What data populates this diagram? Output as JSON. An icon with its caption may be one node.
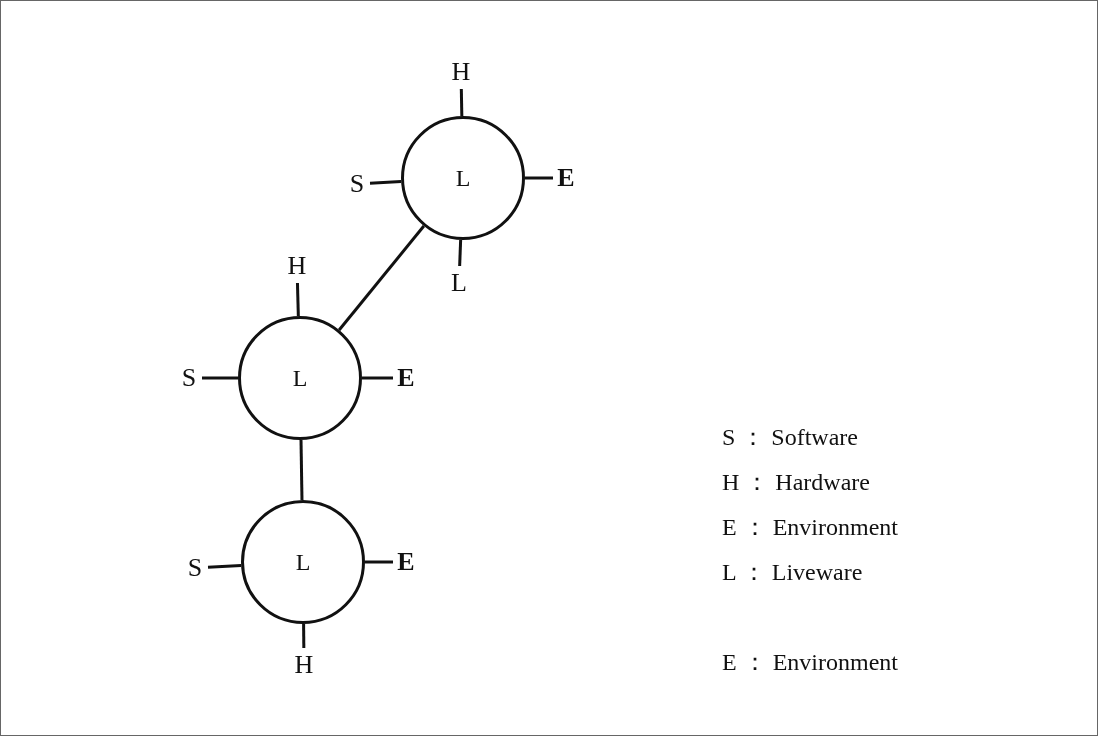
{
  "diagram": {
    "nodes": [
      {
        "text": [
          "L"
        ]
      },
      {
        "text": [
          "H"
        ]
      },
      {
        "text": [
          "S"
        ]
      },
      {
        "text": [
          "E"
        ]
      },
      {
        "text": [
          "L"
        ]
      },
      {
        "text": [
          "L"
        ]
      },
      {
        "text": [
          "H"
        ]
      },
      {
        "text": [
          "S"
        ]
      },
      {
        "text": [
          "E"
        ]
      },
      {
        "text": [
          "L"
        ]
      },
      {
        "text": [
          "S"
        ]
      },
      {
        "text": [
          "E"
        ]
      },
      {
        "text": [
          "H"
        ]
      }
    ],
    "edges": [
      {
        "from": 0,
        "to": 1,
        "arrow": "none"
      },
      {
        "from": 0,
        "to": 2,
        "arrow": "none"
      },
      {
        "from": 0,
        "to": 3,
        "arrow": "none"
      },
      {
        "from": 0,
        "to": 4,
        "arrow": "none"
      },
      {
        "from": 0,
        "to": 5,
        "arrow": "none"
      },
      {
        "from": 5,
        "to": 6,
        "arrow": "none"
      },
      {
        "from": 5,
        "to": 7,
        "arrow": "none"
      },
      {
        "from": 5,
        "to": 8,
        "arrow": "none"
      },
      {
        "from": 5,
        "to": 9,
        "arrow": "none"
      },
      {
        "from": 9,
        "to": 10,
        "arrow": "none"
      },
      {
        "from": 9,
        "to": 11,
        "arrow": "none"
      },
      {
        "from": 9,
        "to": 12,
        "arrow": "none"
      }
    ],
    "labels": [
      "S ： Software",
      "H ： Hardware",
      "E ： Environment",
      "L ： Liveware",
      "E ： Environment"
    ]
  }
}
